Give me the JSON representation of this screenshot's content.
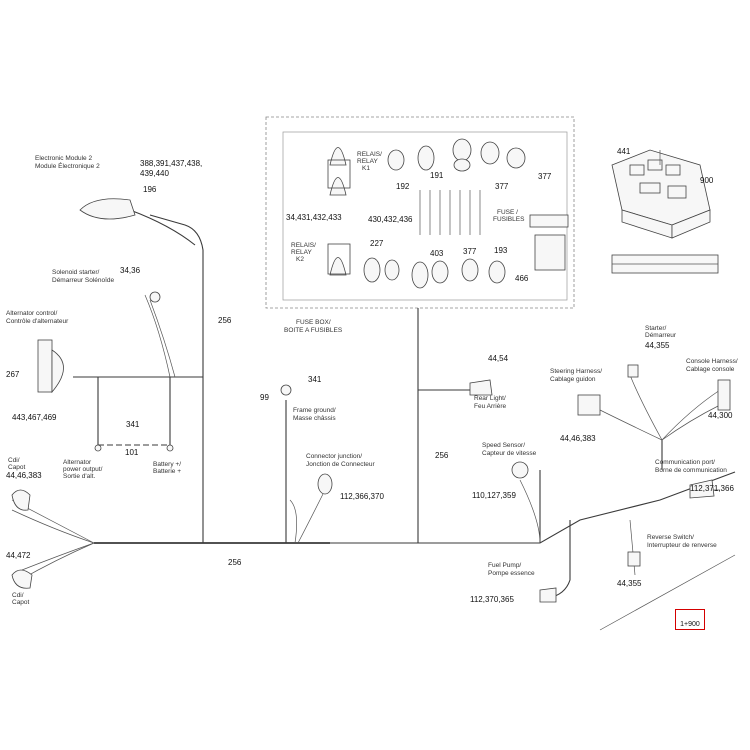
{
  "labels": {
    "ecm_name": "Electronic Module 2",
    "ecm_name_fr": "Module Électronique 2",
    "ecm_refs": "388,391,437,438,",
    "ecm_refs2": "439,440",
    "ecm_ref_b": "196",
    "solenoid_name": "Solenoid starter/",
    "solenoid_name_fr": "Démarreur Solénoïde",
    "solenoid_ref": "34,36",
    "alt_name": "Alternator control/",
    "alt_name_fr": "Contrôle d'alternateur",
    "alt_ref_left": "267",
    "alt_ref_bottom": "443,467,469",
    "wire_256_a": "256",
    "wire_256_b": "256",
    "wire_256_c": "256",
    "ref_341_a": "341",
    "ref_341_b": "341",
    "ref_101": "101",
    "ref_99": "99",
    "alt_power_name": "Alternator",
    "alt_power_name2": "power output/",
    "alt_power_name3": "Sortie d'alt.",
    "battery_name": "Battery +/",
    "battery_name_fr": "Batterie +",
    "frame_ground": "Frame ground/",
    "frame_ground_fr": "Masse châssis",
    "connector_junction": "Connector junction/",
    "connector_junction_fr": "Jonction de Connecteur",
    "connector_junction_ref": "112,366,370",
    "cdi_top_name": "Cdi/",
    "cdi_top_name_fr": "Capot",
    "cdi_top_ref": "44,46,383",
    "cdi_bottom_ref": "44,472",
    "cdi_bottom_name": "Cdi/",
    "cdi_bottom_name_fr": "Capot",
    "fuse_box_name": "FUSE BOX/",
    "fuse_box_name_fr": "BOITE A FUSIBLES",
    "fuse_refs_a": "34,431,432,433",
    "fuse_refs_b": "430,432,436",
    "relay_a": "RELAIS/",
    "relay_a2": "RELAY",
    "relay_a3": "K1",
    "relay_b": "RELAIS/",
    "relay_b2": "RELAY",
    "relay_b3": "K2",
    "fuse_label": "FUSE /",
    "fuse_label_fr": "FUSIBLES",
    "fuse_192": "192",
    "fuse_191": "191",
    "fuse_377a": "377",
    "fuse_377b": "377",
    "fuse_227": "227",
    "fuse_403": "403",
    "fuse_377c": "377",
    "fuse_193": "193",
    "fuse_466": "466",
    "box_441": "441",
    "box_900": "900",
    "rear_light_ref": "44,54",
    "rear_light": "Rear Light/",
    "rear_light_fr": "Feu Arrière",
    "speed_sensor": "Speed Sensor/",
    "speed_sensor_fr": "Capteur de vitesse",
    "speed_sensor_ref": "110,127,359",
    "starter": "Starter/",
    "starter_fr": "Démarreur",
    "starter_ref": "44,355",
    "steering": "Steering Harness/",
    "steering_fr": "Cablage guidon",
    "steering_ref": "44,46,383",
    "console": "Console Harness/",
    "console_fr": "Cablage console",
    "console_ref": "44,300",
    "comm_port": "Communication port/",
    "comm_port_fr": "Borne de communication",
    "comm_ref": "112,371,366",
    "reverse": "Reverse Switch/",
    "reverse_fr": "Interrupteur de renverse",
    "reverse_ref": "44,355",
    "fuel_pump": "Fuel Pump/",
    "fuel_pump_fr": "Pompe essence",
    "fuel_pump_ref": "112,370,365",
    "page_ref": "1+900"
  },
  "colors": {
    "page_box_border": "#d40000",
    "line": "#3a3a3a"
  }
}
